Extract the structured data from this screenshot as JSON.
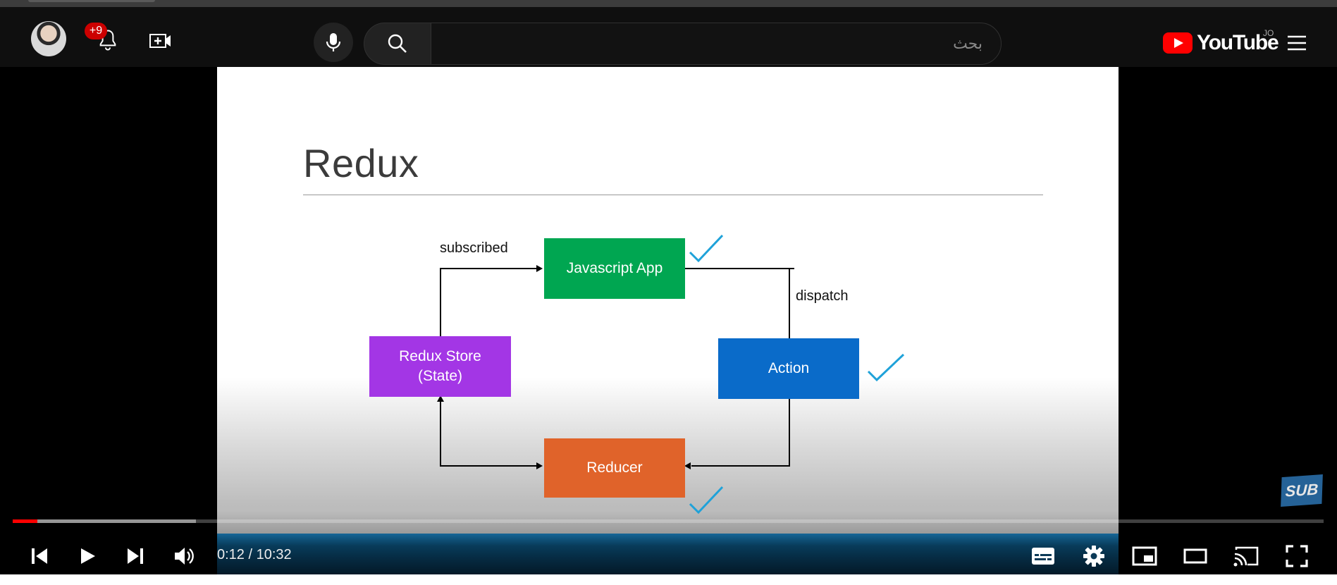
{
  "masthead": {
    "notification_count": "+9",
    "search_placeholder": "بحث",
    "logo_text": "YouTube",
    "country_code": "JO",
    "brand_color": "#ff0000"
  },
  "slide": {
    "title": "Redux",
    "nodes": {
      "javascript_app": "Javascript App",
      "action": "Action",
      "reducer": "Reducer",
      "redux_store": "Redux Store\n(State)"
    },
    "edge_labels": {
      "subscribed": "subscribed",
      "dispatch": "dispatch"
    },
    "colors": {
      "javascript_app": "#00a651",
      "action": "#0a6bc9",
      "reducer": "#e0632a",
      "redux_store": "#a336e5",
      "check": "#1fa2d9"
    }
  },
  "overlay": {
    "watermark": "SUB"
  },
  "player": {
    "current_time": "0:12",
    "duration": "10:32",
    "time_display": "0:12 / 10:32",
    "progress_played_fraction": 0.019,
    "progress_buffered_fraction": 0.14
  }
}
